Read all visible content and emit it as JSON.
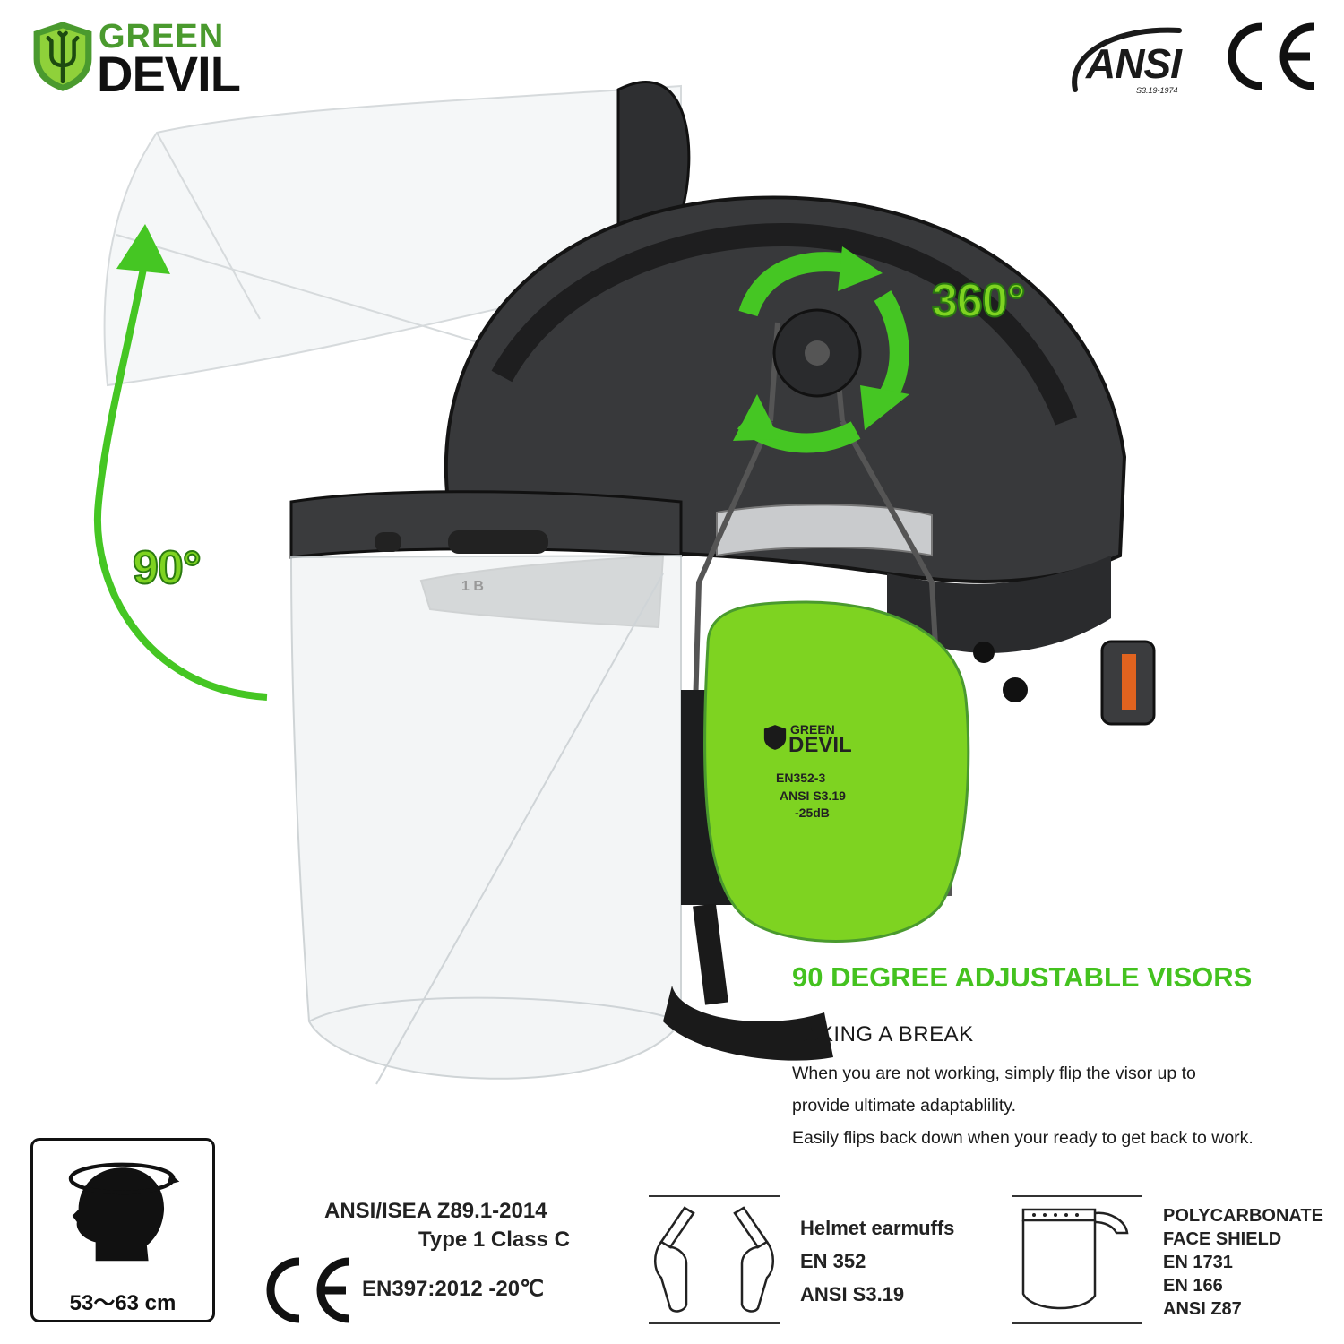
{
  "brand": {
    "name_top": "GREEN",
    "name_bottom": "DEVIL",
    "green": "#4a9a2e"
  },
  "certifications": {
    "ansi": "ANSI",
    "ansi_sub": "S3.19-1974",
    "ce": "CE"
  },
  "callouts": {
    "rotation": "360°",
    "visor_angle": "90°",
    "accent": "#7ed321"
  },
  "earmuff": {
    "brand_top": "GREEN",
    "brand_bottom": "DEVIL",
    "cert_line": "EN352-3",
    "ansi_line": "ANSI S3.19",
    "rating": "-25dB"
  },
  "visor_marking": "1 B",
  "feature": {
    "title": "90 DEGREE ADJUSTABLE VISORS",
    "subtitle": "TAKING A BREAK",
    "body": [
      "When you are not working, simply flip the visor up to",
      "provide ultimate adaptablility.",
      "Easily flips back down when your ready to get back to work."
    ]
  },
  "head_size": {
    "label": "53～63 cm",
    "icon": "head-rotation-icon"
  },
  "standards": {
    "line1": "ANSI/ISEA Z89.1-2014",
    "line2": "Type 1 Class C",
    "line3": "EN397:2012   -20℃"
  },
  "earmuffs_spec": {
    "icon": "earmuff-icon",
    "lines": [
      "Helmet earmuffs",
      "EN 352",
      "ANSI S3.19"
    ]
  },
  "face_shield_spec": {
    "icon": "face-shield-icon",
    "lines": [
      "POLYCARBONATE",
      "FACE SHIELD",
      "EN 1731",
      "EN 166",
      "ANSI  Z87"
    ]
  }
}
